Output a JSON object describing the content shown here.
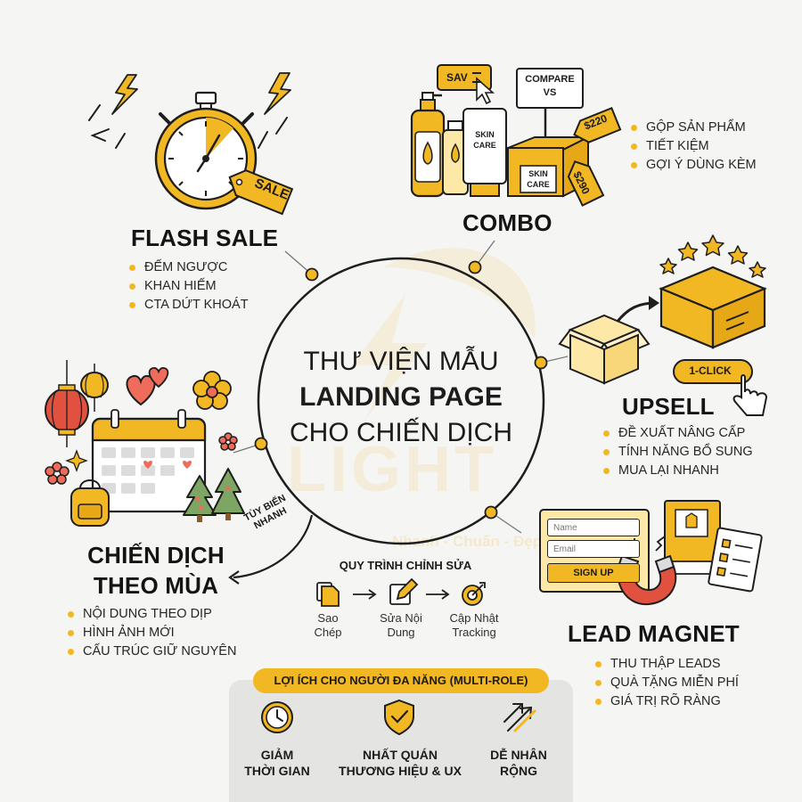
{
  "center": {
    "line1": "THƯ VIỆN MẪU",
    "line2": "LANDING PAGE",
    "line3": "CHO CHIẾN DỊCH"
  },
  "watermark": {
    "word": "LIGHT",
    "tagline": "Nhanh - Chuẩn - Đẹp"
  },
  "sections": {
    "flash_sale": {
      "title": "FLASH SALE",
      "tag": "SALE",
      "items": [
        "ĐẾM NGƯỢC",
        "KHAN HIẾM",
        "CTA DỨT KHOÁT"
      ]
    },
    "combo": {
      "title": "COMBO",
      "save_tag": "SAV",
      "compare_sign_line1": "COMPARE",
      "compare_sign_line2": "VS",
      "tube_label_line1": "SKIN",
      "tube_label_line2": "CARE",
      "box_label_line1": "SKIN",
      "box_label_line2": "CARE",
      "price_tag_1": "$220",
      "price_tag_2": "$290",
      "items": [
        "GỘP SẢN PHẨM",
        "TIẾT KIỆM",
        "GỢI Ý DÙNG KÈM"
      ]
    },
    "upsell": {
      "title": "UPSELL",
      "one_click": "1-CLICK",
      "items": [
        "ĐỀ XUẤT NÂNG CẤP",
        "TÍNH NĂNG BỔ SUNG",
        "MUA LẠI NHANH"
      ]
    },
    "seasonal": {
      "title_line1": "CHIẾN DỊCH",
      "title_line2": "THEO MÙA",
      "curved_note_line1": "TÙY BIẾN",
      "curved_note_line2": "NHANH",
      "items": [
        "NỘI DUNG THEO DỊP",
        "HÌNH ẢNH MỚI",
        "CẤU TRÚC GIỮ NGUYÊN"
      ]
    },
    "lead_magnet": {
      "title": "LEAD MAGNET",
      "form_name": "Name",
      "form_email": "Email",
      "form_button": "SIGN UP",
      "items": [
        "THU THẬP LEADS",
        "QUÀ TẶNG MIỄN PHÍ",
        "GIÁ TRỊ RÕ RÀNG"
      ]
    }
  },
  "workflow": {
    "title": "QUY TRÌNH CHỈNH SỬA",
    "steps": [
      {
        "line1": "Sao",
        "line2": "Chép",
        "icon": "copy-icon"
      },
      {
        "line1": "Sửa Nội",
        "line2": "Dung",
        "icon": "edit-icon"
      },
      {
        "line1": "Cập Nhật",
        "line2": "Tracking",
        "icon": "target-icon"
      }
    ]
  },
  "benefits": {
    "banner": "LỢI ÍCH CHO NGƯỜI ĐA NĂNG (MULTI-ROLE)",
    "items": [
      {
        "line1": "GIẢM",
        "line2": "THỜI GIAN",
        "icon": "clock-icon"
      },
      {
        "line1": "NHẤT QUÁN",
        "line2": "THƯƠNG HIỆU & UX",
        "icon": "shield-check-icon"
      },
      {
        "line1": "DỄ NHÂN",
        "line2": "RỘNG",
        "icon": "scale-arrows-icon"
      }
    ]
  },
  "colors": {
    "accent": "#f2b824",
    "heart": "#ef6b5a",
    "lantern": "#e0523f",
    "tree": "#7da563",
    "background": "#f5f5f4"
  }
}
